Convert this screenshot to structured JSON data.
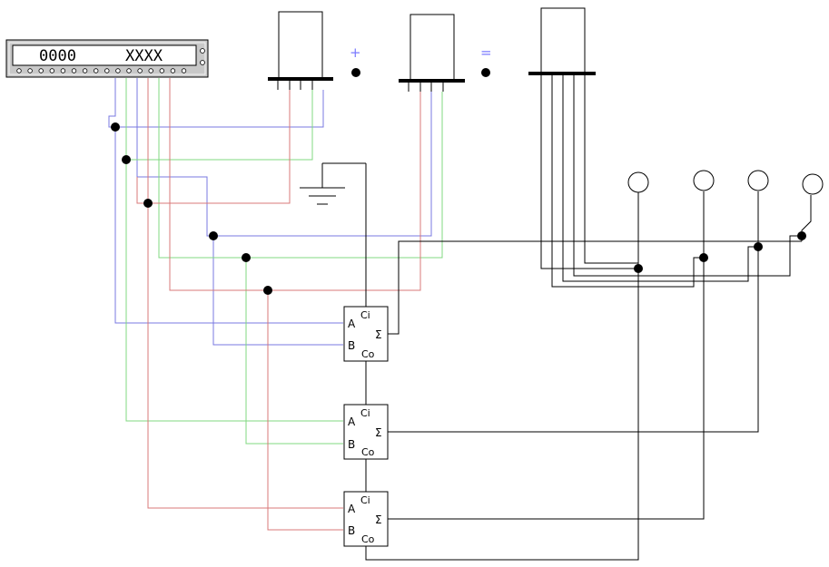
{
  "word_generator": {
    "display_left": "0000",
    "display_right": "XXXX"
  },
  "operators": {
    "plus": "+",
    "equals": "="
  },
  "adders": [
    {
      "a": "A",
      "b": "B",
      "ci": "Ci",
      "co": "Co",
      "sum": "Σ"
    },
    {
      "a": "A",
      "b": "B",
      "ci": "Ci",
      "co": "Co",
      "sum": "Σ"
    },
    {
      "a": "A",
      "b": "B",
      "ci": "Ci",
      "co": "Co",
      "sum": "Σ"
    }
  ],
  "colors": {
    "wire_blue": "#7878e0",
    "wire_green": "#80d880",
    "wire_red": "#d87878",
    "wire_black": "#000000",
    "operator_text": "#7b7bff",
    "panel_bg": "#c8c8c8"
  }
}
